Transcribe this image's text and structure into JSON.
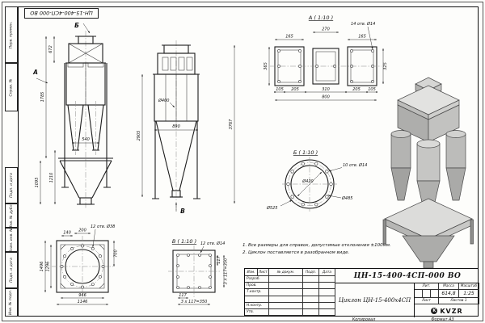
{
  "stamp_top": {
    "doc_number": "ЦН-15-400-4СП-000 ВО"
  },
  "margin": {
    "labels": [
      "Перв. примен.",
      "Справ. №",
      "Подп. и дата",
      "Инв. № дубл.",
      "Взам. инв. №",
      "Подп. и дата",
      "Инв. № подл."
    ]
  },
  "views": {
    "front": {
      "marker_a": "А",
      "marker_b": "Б",
      "dims": {
        "h_top": "672",
        "h_mid": "1785",
        "h_hopper": "1210",
        "h_lower": "1095",
        "w_cones": "540"
      }
    },
    "side": {
      "marker_v": "В",
      "dia_label": "Ø400",
      "w_box": "890",
      "h_body": "2905",
      "h_total": "3767"
    },
    "detail_a": {
      "title": "А ( 1:10 )",
      "holes": "14 отв. Ø14",
      "top_dims": [
        "165",
        "270",
        "165"
      ],
      "left_dim": "365",
      "right_dim": "325",
      "bottom_dims": [
        "105",
        "205",
        "310",
        "205",
        "105"
      ],
      "total": "800"
    },
    "detail_b": {
      "title": "Б ( 1:10 )",
      "holes": "10 отв. Ø14",
      "dia_inner": "Ø420",
      "dia_bolt": "Ø485",
      "dia_outer": "Ø525"
    },
    "bottom_view": {
      "holes": "12 отв. Ø38",
      "top_dims": [
        "140",
        "200"
      ],
      "right_dim": "700",
      "left_dims": [
        "1496",
        "1296"
      ],
      "bottom_dims": [
        "946",
        "1146"
      ]
    },
    "detail_v": {
      "title": "В ( 1:10 )",
      "holes": "12 отв. Ø14",
      "bottom_dims": [
        "117",
        "3 х 117=350"
      ],
      "right_dims": [
        "117",
        "3 х 117=350"
      ]
    }
  },
  "notes": {
    "line1": "1. Все размеры для справок, допустимые отклонения ±100мм.",
    "line2": "2. Циклон поставляется в разобранном виде."
  },
  "title_block": {
    "designation": "ЦН-15-400-4СП-000 ВО",
    "product_name": "Циклон ЦН-15-400х4СП",
    "header": {
      "izm": "Изм.",
      "list": "Лист",
      "doc": "№ докум.",
      "podp": "Подп.",
      "data": "Дата"
    },
    "roles": [
      "Разраб.",
      "Пров.",
      "Т.контр.",
      "",
      "Н.контр.",
      "Утв."
    ],
    "lit_label": "Лит.",
    "mass_label": "Масса",
    "scale_label": "Масштаб",
    "mass_value": "614,8",
    "scale_value": "1:25",
    "sheet_label": "Лист",
    "sheets_label": "Листов",
    "sheets_value": "1",
    "company": "KVZR",
    "copied_label": "Копировал",
    "format_label": "Формат А3"
  }
}
